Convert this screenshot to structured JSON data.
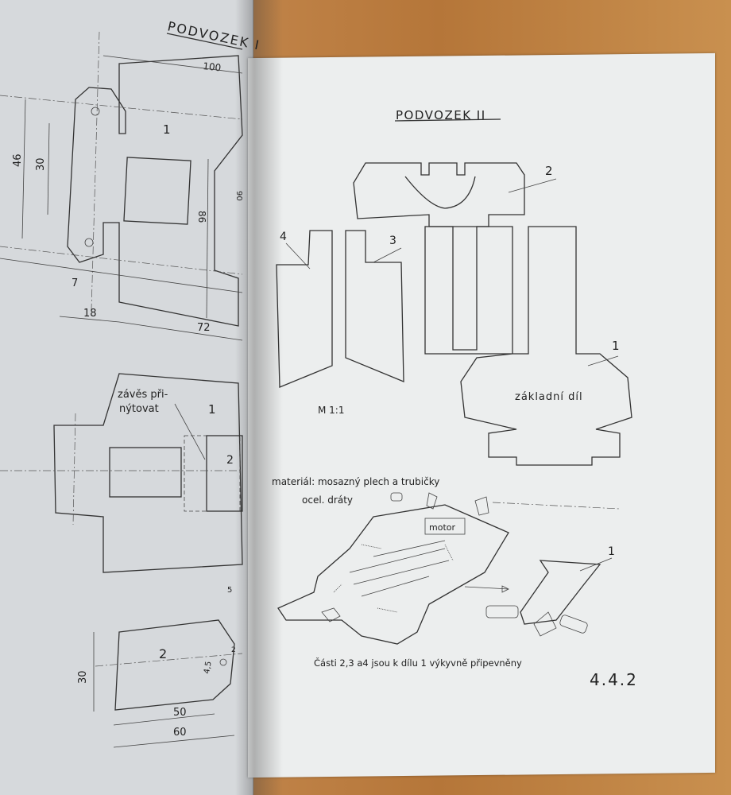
{
  "left_page": {
    "title": "PODVOZEK I",
    "part1": {
      "number": "1",
      "dims": [
        "100",
        "46",
        "30",
        "86",
        "90",
        "7",
        "18",
        "72"
      ]
    },
    "detail": {
      "note_line1": "závěs při-",
      "note_line2": "nýtovat",
      "part1_label": "1",
      "part2_label": "2"
    },
    "part2": {
      "number": "2",
      "dims": [
        "5",
        "30",
        "50",
        "60",
        "4,5",
        "2"
      ]
    }
  },
  "right_page": {
    "title": "PODVOZEK II",
    "parts": [
      "2",
      "4",
      "3",
      "1"
    ],
    "base_label": "základní díl",
    "scale": "M 1:1",
    "material": "materiál: mosazný plech a trubičky",
    "wires": "ocel. dráty",
    "motor": "motor",
    "assembly_label": "1",
    "footer_note": "Části 2,3 a4 jsou k dílu 1 výkyvně připevněny",
    "page_number": "4.4.2"
  }
}
